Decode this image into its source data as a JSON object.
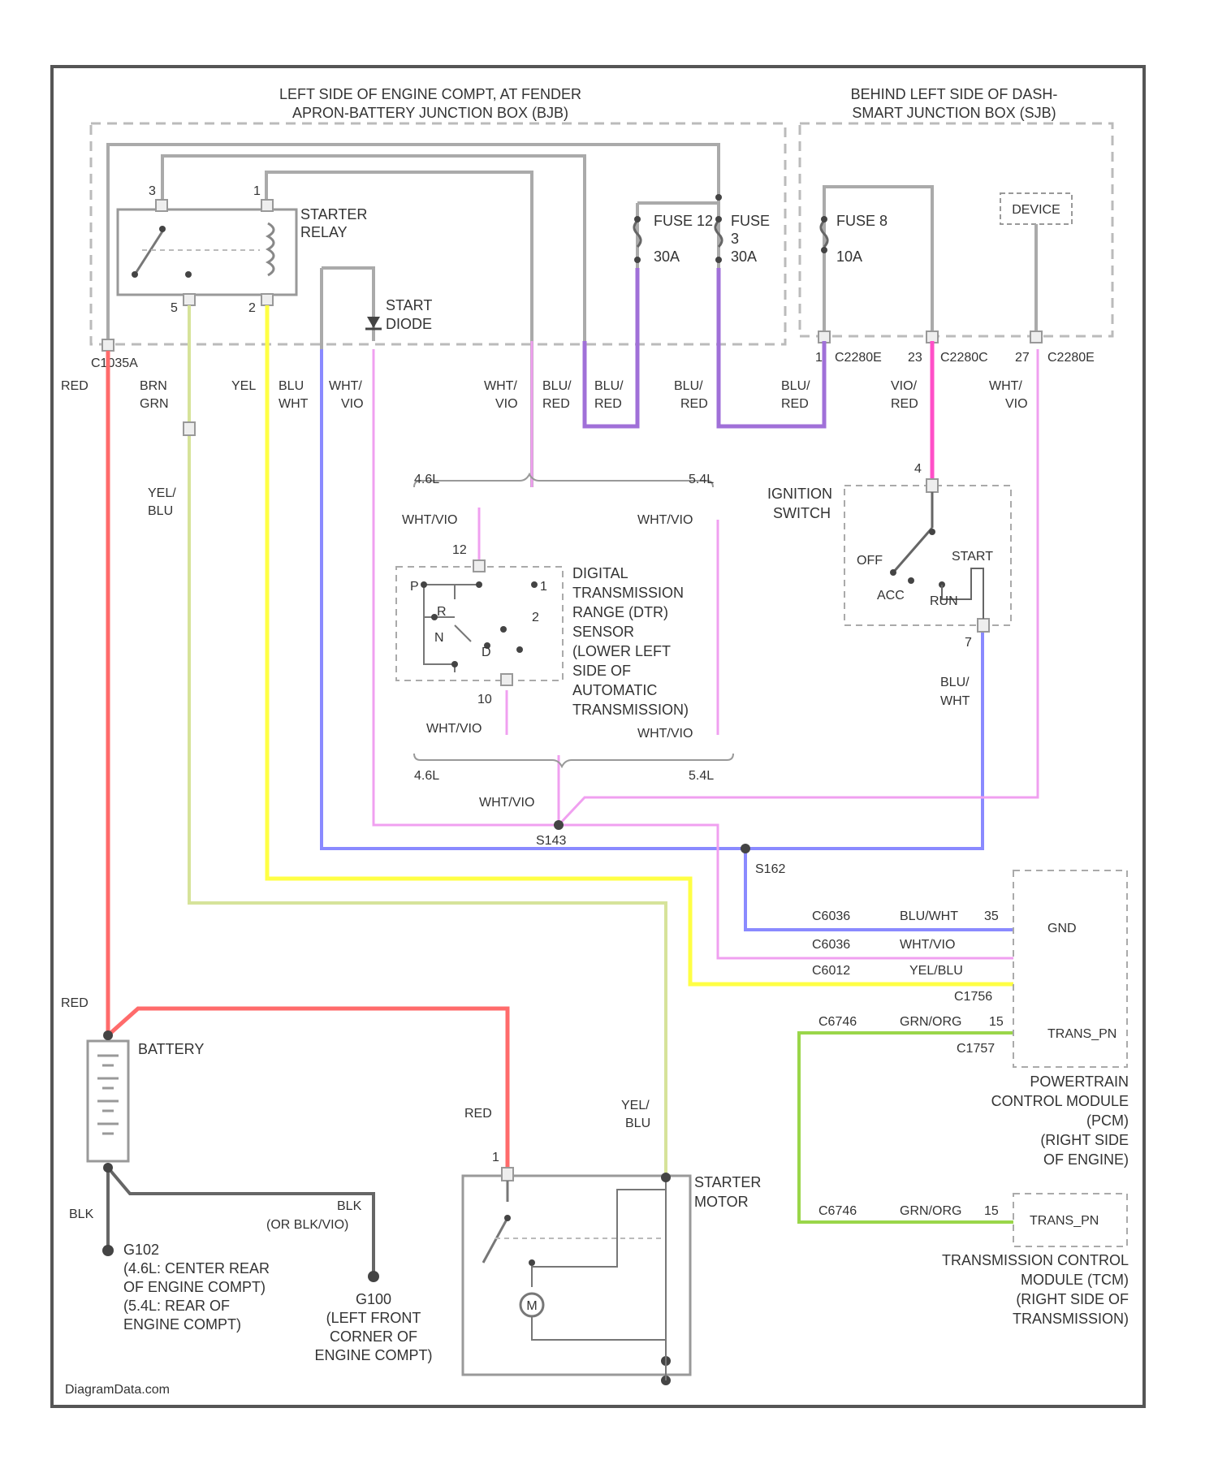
{
  "boxes": {
    "bjb_title_1": "LEFT SIDE OF ENGINE COMPT, AT FENDER",
    "bjb_title_2": "APRON-BATTERY JUNCTION BOX (BJB)",
    "sjb_title_1": "BEHIND LEFT SIDE OF DASH-",
    "sjb_title_2": "SMART JUNCTION BOX (SJB)"
  },
  "components": {
    "starter_relay_1": "STARTER",
    "starter_relay_2": "RELAY",
    "start_diode_1": "START",
    "start_diode_2": "DIODE",
    "fuse_a": "FUSE 12",
    "fuse_a_rating": "30A",
    "fuse_b_1": "FUSE",
    "fuse_b_2": "3",
    "fuse_b_rating": "30A",
    "fuse_c": "FUSE 8",
    "fuse_c_rating": "10A",
    "sjb_device": "DEVICE",
    "ign_switch_1": "IGNITION",
    "ign_switch_2": "SWITCH",
    "ign_off": "OFF",
    "ign_start": "START",
    "ign_acc": "ACC",
    "ign_run": "RUN",
    "dtr_lines": [
      "DIGITAL",
      "TRANSMISSION",
      "RANGE (DTR)",
      "SENSOR",
      "(LOWER LEFT",
      "SIDE OF",
      "AUTOMATIC",
      "TRANSMISSION)"
    ],
    "battery": "BATTERY",
    "starter_motor_1": "STARTER",
    "starter_motor_2": "MOTOR",
    "motor_m": "M",
    "pcm_lines": [
      "POWERTRAIN",
      "CONTROL MODULE",
      "(PCM)",
      "(RIGHT SIDE",
      "OF ENGINE)"
    ],
    "pcm_pin_1": "GND",
    "pcm_pin_4": "TRANS_PN",
    "tcm_lines": [
      "TRANSMISSION CONTROL",
      "MODULE (TCM)",
      "(RIGHT SIDE OF",
      "TRANSMISSION)"
    ],
    "tcm_pin": "TRANS_PN",
    "g102_lines": [
      "G102",
      "(4.6L: CENTER REAR",
      "OF ENGINE COMPT)",
      "(5.4L: REAR OF",
      "ENGINE COMPT)"
    ],
    "g100_lines": [
      "G100",
      "(LEFT FRONT",
      "CORNER OF",
      "ENGINE COMPT)"
    ]
  },
  "prnd": {
    "p": "P",
    "r": "R",
    "n": "N",
    "d": "D",
    "two": "2",
    "one": "1"
  },
  "pins": {
    "relay_top_left": "3",
    "relay_top_right": "1",
    "relay_bot_left": "5",
    "relay_bot_right": "2",
    "bjb_conn": "C1035A",
    "sjb_pin_a": "1",
    "sjb_conn_a": "C2280E",
    "sjb_pin_b": "23",
    "sjb_conn_b": "C2280C",
    "sjb_pin_c": "27",
    "sjb_conn_c": "C2280E",
    "ign_top": "4",
    "ign_bot": "7",
    "dtr_top": "12",
    "dtr_bot": "10",
    "motor_pin": "1"
  },
  "wires": {
    "red_1": "RED",
    "brn_grn_1": "BRN",
    "brn_grn_2": "GRN",
    "yel": "YEL",
    "blu_wht_1": "BLU",
    "blu_wht_2": "WHT",
    "wht_vio_1": "WHT/",
    "wht_vio_2": "VIO",
    "wht_vio_b1": "WHT/",
    "wht_vio_b2": "VIO",
    "blu_red_a1": "BLU/",
    "blu_red_a2": "RED",
    "blu_red_b1": "BLU/",
    "blu_red_b2": "RED",
    "blu_red_c1": "BLU/",
    "blu_red_c2": "RED",
    "blu_red_d1": "BLU/",
    "blu_red_d2": "RED",
    "vio_red_1": "VIO/",
    "vio_red_2": "RED",
    "wht_vio_c1": "WHT/",
    "wht_vio_c2": "VIO",
    "yel_blu_1": "YEL/",
    "yel_blu_2": "BLU",
    "dtr_w1": "WHT/VIO",
    "dtr_w2": "WHT/VIO",
    "dtr_w3": "WHT/VIO",
    "dtr_w4": "WHT/VIO",
    "eng_a1": "4.6L",
    "eng_a2": "5.4L",
    "eng_b1": "4.6L",
    "eng_b2": "5.4L",
    "splice_wht": "WHT/VIO",
    "splice_s143": "S143",
    "splice_s162": "S162",
    "blu_wht_ign_1": "BLU/",
    "blu_wht_ign_2": "WHT",
    "pcm_c1": "C6036",
    "pcm_w1": "BLU/WHT",
    "pcm_p1": "35",
    "pcm_c2": "C6036",
    "pcm_w2": "WHT/VIO",
    "pcm_p2": "",
    "pcm_c3": "C6012",
    "pcm_w3": "YEL/BLU",
    "pcm_p3": "",
    "pcm_conn": "C1756",
    "pcm_c4": "C6746",
    "pcm_w4": "GRN/ORG",
    "pcm_p4": "15",
    "pcm_conn2": "C1757",
    "tcm_c": "C6746",
    "tcm_w": "GRN/ORG",
    "tcm_p": "15",
    "red_2": "RED",
    "red_3": "RED",
    "yel_blu_m1": "YEL/",
    "yel_blu_m2": "BLU",
    "blk_1": "BLK",
    "blk_2": "BLK",
    "blk_3": "(OR BLK/VIO)"
  },
  "watermark": "DiagramData.com"
}
